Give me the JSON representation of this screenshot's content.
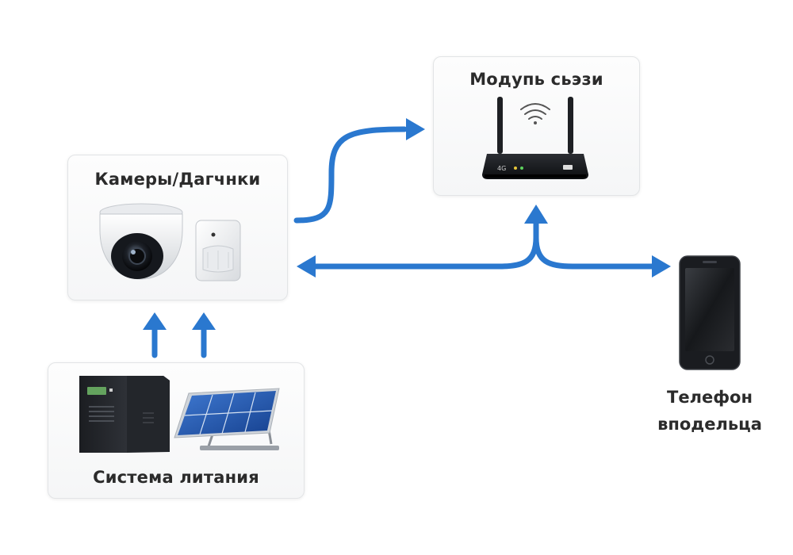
{
  "nodes": {
    "cameras": {
      "label": "Камеры/Дагчнки"
    },
    "module": {
      "label": "Модупь сьэзи",
      "router_text": "4G"
    },
    "power": {
      "label": "Система литания"
    },
    "phone": {
      "label_line1": "Телефон",
      "label_line2": "вподельца"
    }
  },
  "colors": {
    "arrow": "#2a78cf",
    "card_border": "#e2e4e6",
    "text": "#2b2b2b"
  },
  "icons": [
    "dome-camera-icon",
    "motion-sensor-icon",
    "router-icon",
    "wifi-icon",
    "ups-icon",
    "solar-panel-icon",
    "smartphone-icon"
  ]
}
